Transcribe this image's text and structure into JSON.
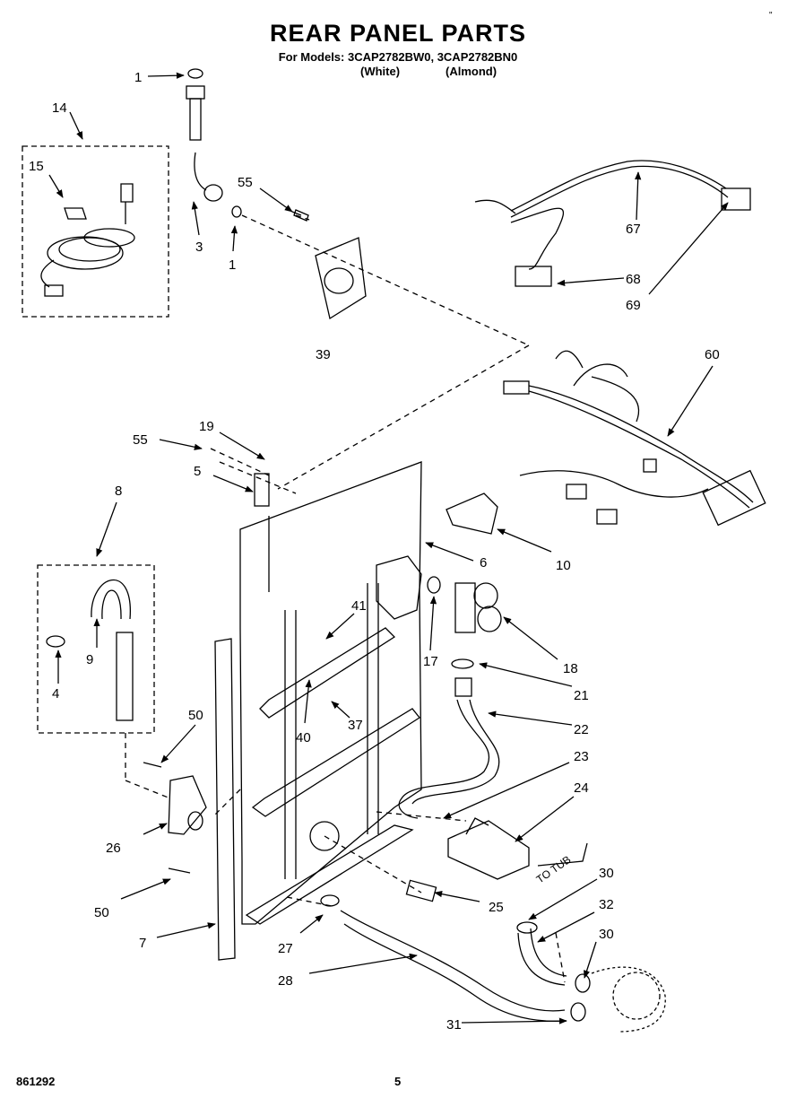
{
  "header": {
    "title": "REAR PANEL PARTS",
    "models": "For Models: 3CAP2782BW0, 3CAP2782BN0",
    "variant_white": "(White)",
    "variant_almond": "(Almond)"
  },
  "callouts": {
    "c1a": "1",
    "c1b": "1",
    "c3": "3",
    "c4": "4",
    "c5": "5",
    "c6": "6",
    "c7": "7",
    "c8": "8",
    "c9": "9",
    "c10": "10",
    "c14": "14",
    "c15": "15",
    "c17": "17",
    "c18": "18",
    "c19": "19",
    "c21": "21",
    "c22": "22",
    "c23": "23",
    "c24": "24",
    "c25": "25",
    "c26": "26",
    "c27": "27",
    "c28": "28",
    "c30a": "30",
    "c30b": "30",
    "c31": "31",
    "c32": "32",
    "c37": "37",
    "c39": "39",
    "c40": "40",
    "c41": "41",
    "c50a": "50",
    "c50b": "50",
    "c55a": "55",
    "c55b": "55",
    "c60": "60",
    "c67": "67",
    "c68": "68",
    "c69": "69"
  },
  "annotation_to_tub": "TO TUB",
  "footer": {
    "doc_number": "861292",
    "page_number": "5"
  },
  "corner_mark": "\""
}
